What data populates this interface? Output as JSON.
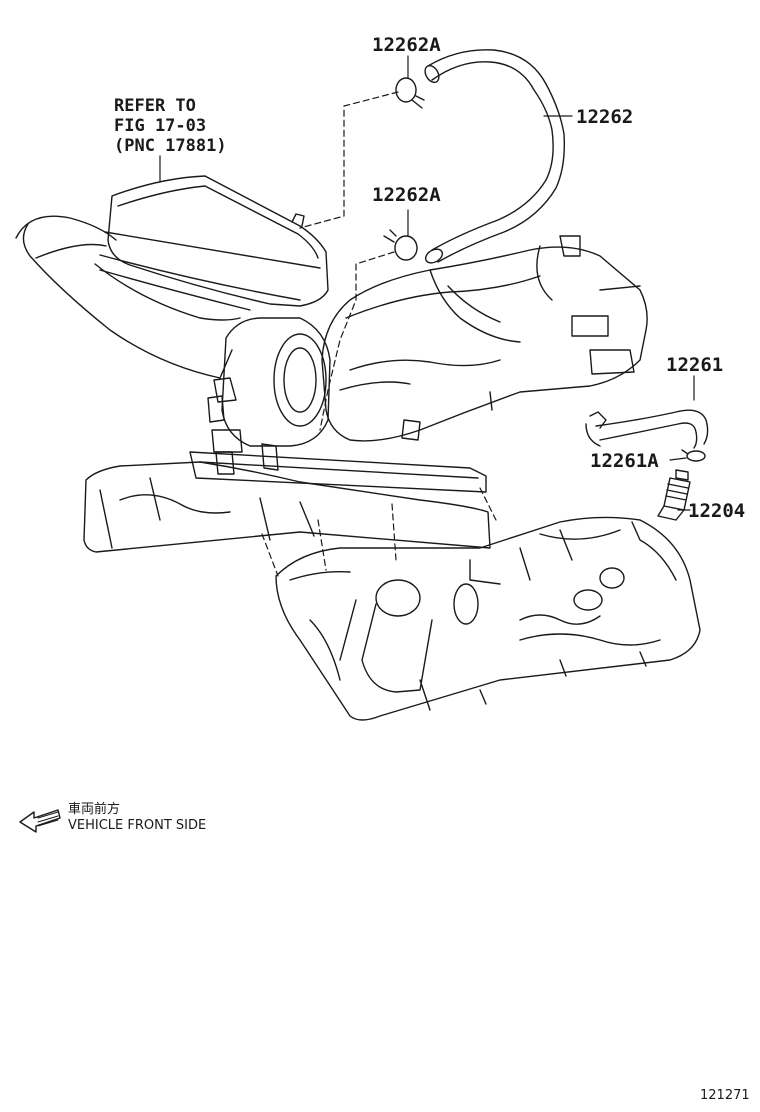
{
  "callouts": {
    "hose_clip_upper": "12262A",
    "hose": "12262",
    "hose_clip_lower": "12262A",
    "pcv_hose": "12261",
    "pcv_clip": "12261A",
    "pcv_valve": "12204"
  },
  "reference": {
    "line1": "REFER TO",
    "line2": "FIG 17-03",
    "line3": "(PNC 17881)"
  },
  "direction": {
    "japanese": "車両前方",
    "english": "VEHICLE FRONT SIDE"
  },
  "figure_number": "121271",
  "colors": {
    "line": "#1a1a1a",
    "background": "#ffffff"
  }
}
